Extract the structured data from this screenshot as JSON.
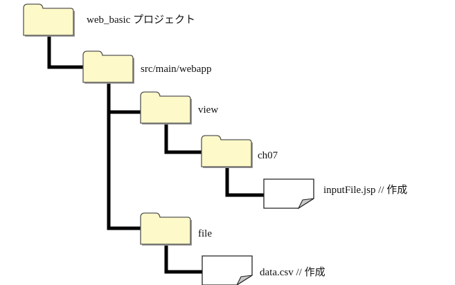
{
  "diagram": {
    "title": "web_basic project directory tree",
    "colors": {
      "folder_fill": "#fdf9c8",
      "folder_stroke": "#555555",
      "file_fill": "#ffffff",
      "file_fold": "#c8c8c8",
      "connector": "#000000"
    },
    "nodes": [
      {
        "id": "root",
        "type": "folder",
        "label": "web_basic プロジェクト",
        "parent": null
      },
      {
        "id": "webapp",
        "type": "folder",
        "label": "src/main/webapp",
        "parent": "root"
      },
      {
        "id": "view",
        "type": "folder",
        "label": "view",
        "parent": "webapp"
      },
      {
        "id": "ch07",
        "type": "folder",
        "label": "ch07",
        "parent": "view"
      },
      {
        "id": "inputFile",
        "type": "file",
        "label": "inputFile.jsp   //  作成",
        "parent": "ch07"
      },
      {
        "id": "file",
        "type": "folder",
        "label": "file",
        "parent": "webapp"
      },
      {
        "id": "dataCsv",
        "type": "file",
        "label": "data.csv   //  作成",
        "parent": "file"
      }
    ]
  }
}
